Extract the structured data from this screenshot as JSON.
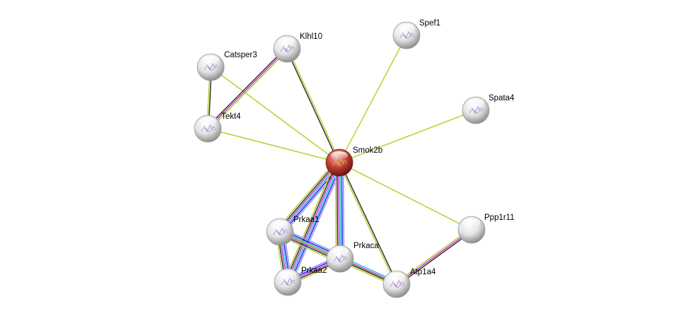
{
  "colors": {
    "query_node": "#c0392b",
    "node": "#e8e8e8",
    "textmining": "#b5d334",
    "coexpression": "#333333",
    "experiments": "#d62fd6",
    "databases": "#20c0d8",
    "gene_fusion": "#2020ee",
    "neighborhood": "#9090ff"
  },
  "nodes": [
    {
      "id": "Smok2b",
      "label": "Smok2b",
      "query": true
    },
    {
      "id": "Klhl10",
      "label": "Klhl10"
    },
    {
      "id": "Catsper3",
      "label": "Catsper3"
    },
    {
      "id": "Tekt4",
      "label": "Tekt4"
    },
    {
      "id": "Spef1",
      "label": "Spef1"
    },
    {
      "id": "Spata4",
      "label": "Spata4"
    },
    {
      "id": "Ppp1r11",
      "label": "Ppp1r11"
    },
    {
      "id": "Prkaa1",
      "label": "Prkaa1"
    },
    {
      "id": "Prkaca",
      "label": "Prkaca"
    },
    {
      "id": "Prkaa2",
      "label": "Prkaa2"
    },
    {
      "id": "Atp1a4",
      "label": "Atp1a4"
    }
  ],
  "edges": [
    {
      "a": "Smok2b",
      "b": "Klhl10",
      "evidence": [
        "coexpression",
        "textmining"
      ]
    },
    {
      "a": "Smok2b",
      "b": "Catsper3",
      "evidence": [
        "textmining"
      ]
    },
    {
      "a": "Smok2b",
      "b": "Tekt4",
      "evidence": [
        "textmining"
      ]
    },
    {
      "a": "Smok2b",
      "b": "Spef1",
      "evidence": [
        "textmining"
      ]
    },
    {
      "a": "Smok2b",
      "b": "Spata4",
      "evidence": [
        "textmining"
      ]
    },
    {
      "a": "Smok2b",
      "b": "Ppp1r11",
      "evidence": [
        "textmining"
      ]
    },
    {
      "a": "Smok2b",
      "b": "Atp1a4",
      "evidence": [
        "coexpression",
        "textmining"
      ]
    },
    {
      "a": "Smok2b",
      "b": "Prkaa1",
      "evidence": [
        "neighborhood",
        "gene_fusion",
        "databases",
        "experiments",
        "coexpression",
        "textmining"
      ]
    },
    {
      "a": "Smok2b",
      "b": "Prkaa2",
      "evidence": [
        "neighborhood",
        "gene_fusion",
        "databases",
        "experiments",
        "coexpression",
        "textmining"
      ]
    },
    {
      "a": "Smok2b",
      "b": "Prkaca",
      "evidence": [
        "neighborhood",
        "gene_fusion",
        "databases",
        "experiments",
        "coexpression",
        "textmining"
      ]
    },
    {
      "a": "Catsper3",
      "b": "Tekt4",
      "evidence": [
        "coexpression",
        "textmining"
      ]
    },
    {
      "a": "Klhl10",
      "b": "Tekt4",
      "evidence": [
        "textmining",
        "experiments",
        "coexpression"
      ]
    },
    {
      "a": "Prkaa1",
      "b": "Prkaa2",
      "evidence": [
        "neighborhood",
        "gene_fusion",
        "databases",
        "experiments",
        "coexpression",
        "textmining"
      ]
    },
    {
      "a": "Prkaa1",
      "b": "Prkaca",
      "evidence": [
        "neighborhood",
        "gene_fusion",
        "databases",
        "experiments",
        "coexpression",
        "textmining"
      ]
    },
    {
      "a": "Prkaa2",
      "b": "Prkaca",
      "evidence": [
        "neighborhood",
        "gene_fusion",
        "experiments",
        "coexpression",
        "textmining"
      ]
    },
    {
      "a": "Prkaa1",
      "b": "Atp1a4",
      "evidence": [
        "textmining"
      ]
    },
    {
      "a": "Prkaca",
      "b": "Atp1a4",
      "evidence": [
        "databases",
        "experiments",
        "coexpression",
        "textmining"
      ]
    },
    {
      "a": "Atp1a4",
      "b": "Ppp1r11",
      "evidence": [
        "textmining",
        "experiments",
        "coexpression"
      ]
    }
  ]
}
